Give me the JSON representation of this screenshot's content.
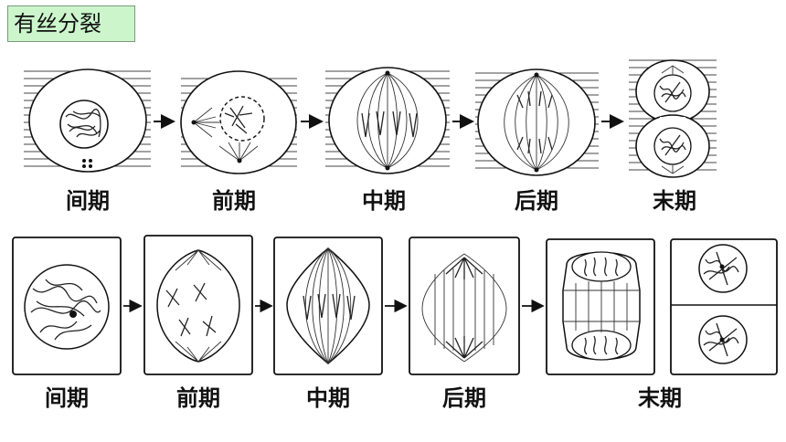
{
  "title": "有丝分裂",
  "top_row": {
    "labels": [
      "间期",
      "前期",
      "中期",
      "后期",
      "末期"
    ]
  },
  "bottom_row": {
    "labels": [
      "间期",
      "前期",
      "中期",
      "后期",
      "末期"
    ]
  }
}
